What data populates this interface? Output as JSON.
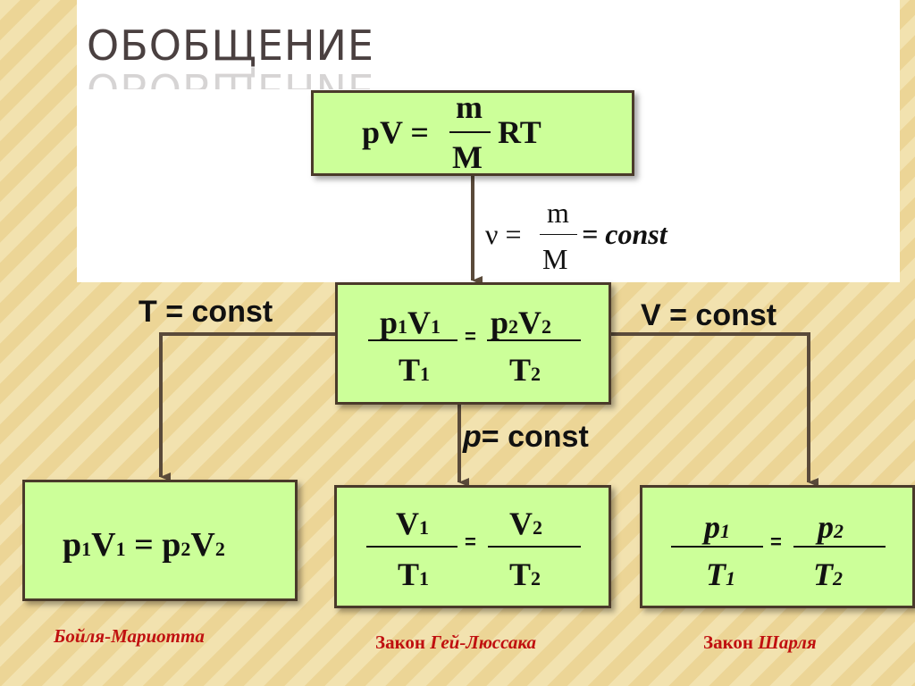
{
  "title": "ОБОБЩЕНИЕ",
  "main_equation": {
    "lhs": "pV =",
    "num": "m",
    "den": "M",
    "rhs": "RT"
  },
  "amount": {
    "lhs": "ν =",
    "num": "m",
    "den": "M",
    "rhs": "= const"
  },
  "combined": {
    "p1": "p",
    "v1": "V",
    "eq": "=",
    "p2": "p",
    "v2": "V",
    "t1": "T",
    "t2": "T",
    "i1": "1",
    "i2": "2"
  },
  "conditions": {
    "isothermal": "T = const",
    "isochoric": "V = const",
    "isobaric_p": "p",
    "isobaric_rest": "= const"
  },
  "boyle": {
    "p1": "p",
    "v1": "V",
    "eq": " = ",
    "p2": "p",
    "v2": "V",
    "i1": "1",
    "i2": "2",
    "name": "Бойля-Мариотта"
  },
  "gay_lussac": {
    "v1": "V",
    "v2": "V",
    "t1": "T",
    "t2": "T",
    "eq": "=",
    "i1": "1",
    "i2": "2",
    "prefix": "Закон",
    "name": "Гей-Люссака"
  },
  "charles": {
    "p1": "p",
    "p2": "p",
    "t1": "T",
    "t2": "T",
    "eq": "=",
    "i1": "1",
    "i2": "2",
    "prefix": "Закон",
    "name": "Шарля"
  },
  "colors": {
    "box_fill": "#ccff99",
    "box_border": "#4a3a2a",
    "law_text": "#c01010"
  }
}
